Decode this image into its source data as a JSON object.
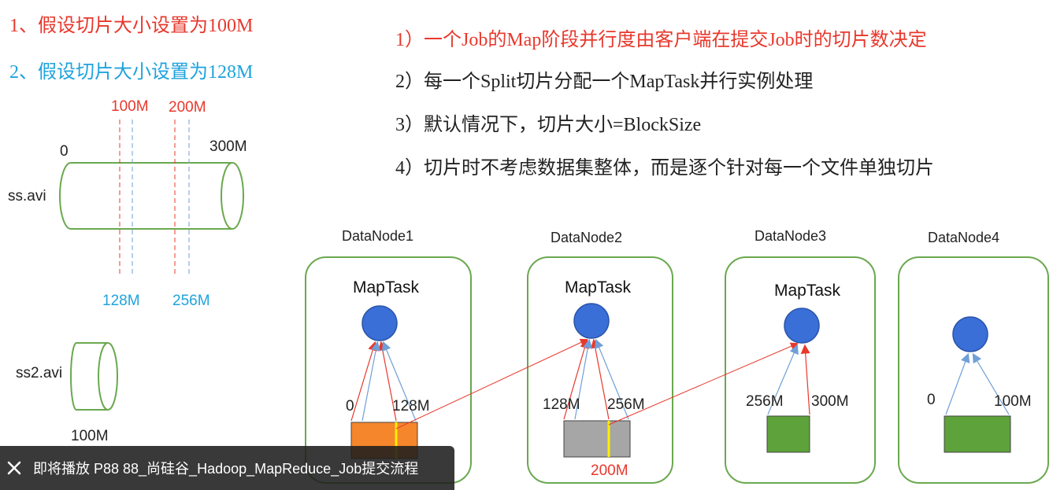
{
  "header": {
    "line1": "1、假设切片大小设置为100M",
    "line2": "2、假设切片大小设置为128M"
  },
  "rules": [
    "1）一个Job的Map阶段并行度由客户端在提交Job时的切片数决定",
    "2）每一个Split切片分配一个MapTask并行实例处理",
    "3）默认情况下，切片大小=BlockSize",
    "4）切片时不考虑数据集整体，而是逐个针对每一个文件单独切片"
  ],
  "file1": {
    "name": "ss.avi",
    "start": "0",
    "end": "300M",
    "split100_1": "100M",
    "split100_2": "200M",
    "split128_1": "128M",
    "split128_2": "256M"
  },
  "file2": {
    "name": "ss2.avi",
    "size": "100M"
  },
  "datanodes": [
    {
      "title": "DataNode1",
      "task": "MapTask",
      "left_label": "0",
      "right_label": "128M",
      "block_color": "#f5862b"
    },
    {
      "title": "DataNode2",
      "task": "MapTask",
      "left_label": "128M",
      "right_label": "256M",
      "bottom_label": "200M",
      "block_color": "#a6a6a6"
    },
    {
      "title": "DataNode3",
      "task": "MapTask",
      "left_label": "256M",
      "right_label": "300M",
      "block_color": "#5da23a"
    },
    {
      "title": "DataNode4",
      "task": "",
      "left_label": "0",
      "right_label": "100M",
      "block_color": "#5da23a"
    }
  ],
  "toast": {
    "text": "即将播放 P88 88_尚硅谷_Hadoop_MapReduce_Job提交流程",
    "close_icon": "close-icon"
  },
  "colors": {
    "red": "#e8382c",
    "blue": "#1fa3dd",
    "green_border": "#6aa84f",
    "circle": "#3a6fd8"
  }
}
